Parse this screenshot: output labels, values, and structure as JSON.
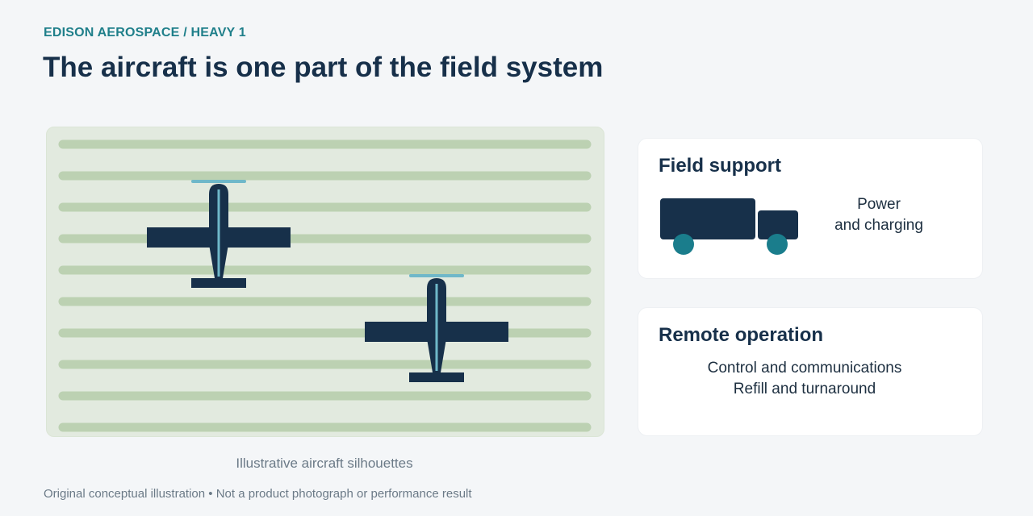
{
  "header": {
    "kicker": "EDISON AEROSPACE / HEAVY 1",
    "title": "The aircraft is one part of the field system"
  },
  "illustration": {
    "caption": "Illustrative aircraft silhouettes",
    "colors": {
      "field": "#e2eadf",
      "rows": "#bcd1b2",
      "aircraft": "#17304a",
      "accent": "#6fb8c9"
    }
  },
  "cards": {
    "support": {
      "title": "Field support",
      "lines": [
        "Power",
        "and charging"
      ],
      "icon": "truck-icon"
    },
    "remote": {
      "title": "Remote operation",
      "lines": [
        "Control and communications",
        "Refill and turnaround"
      ]
    }
  },
  "footnote": "Original conceptual illustration • Not a product photograph or performance result",
  "colors": {
    "accent": "#1f7f8a",
    "heading": "#17304a",
    "muted": "#6b7a87",
    "wheel": "#1a7d8c"
  }
}
